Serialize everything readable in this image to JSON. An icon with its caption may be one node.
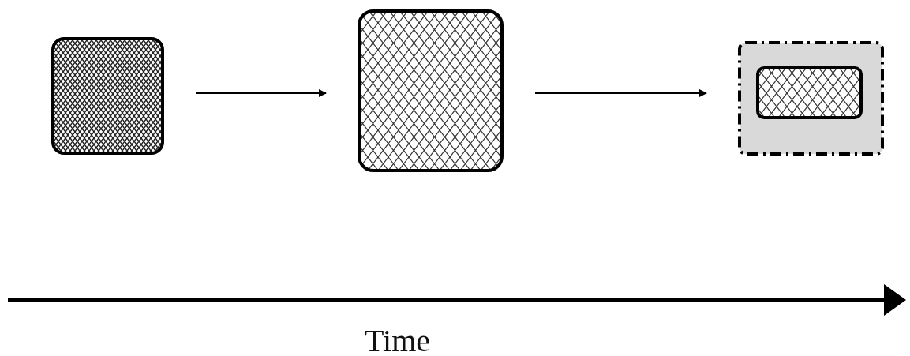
{
  "diagram": {
    "nodes": [
      {
        "text": [],
        "shape": "box"
      },
      {
        "text": [],
        "shape": "box"
      },
      {
        "text": [],
        "shape": "box"
      },
      {
        "text": [],
        "shape": "box",
        "in": 2
      }
    ],
    "edges": [
      {
        "from": 0,
        "to": 1,
        "arrow": "to"
      },
      {
        "from": 1,
        "to": 2,
        "arrow": "to"
      }
    ],
    "labels": [
      "Time"
    ]
  }
}
